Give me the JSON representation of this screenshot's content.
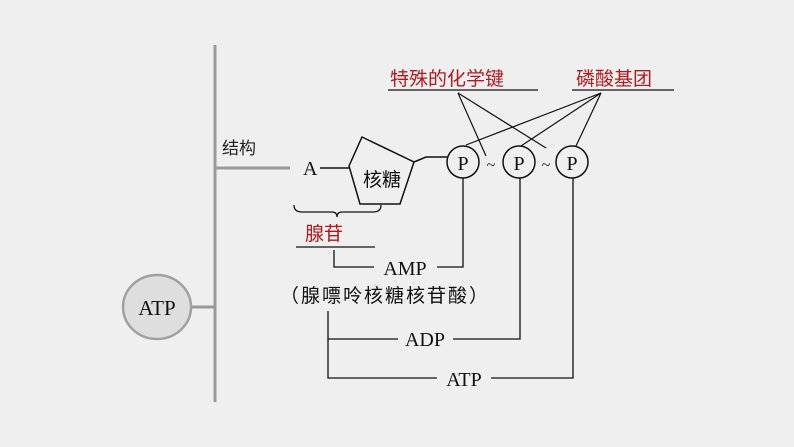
{
  "root": {
    "label": "ATP"
  },
  "branch": {
    "label": "结构"
  },
  "structure": {
    "adenine": "A",
    "ribose": "核糖",
    "phosphates": [
      "P",
      "P",
      "P"
    ],
    "bond_symbol": "~"
  },
  "annotations": {
    "special_bond": "特殊的化学键",
    "phosphate_group": "磷酸基团",
    "adenosine": "腺苷"
  },
  "compounds": {
    "amp": "AMP",
    "amp_name": "（腺嘌呤核糖核苷酸）",
    "adp": "ADP",
    "atp": "ATP"
  },
  "colors": {
    "accent_red": "#b0191e",
    "line": "#111111",
    "tree_gray": "#9a9a9a",
    "root_fill": "#dedede"
  }
}
